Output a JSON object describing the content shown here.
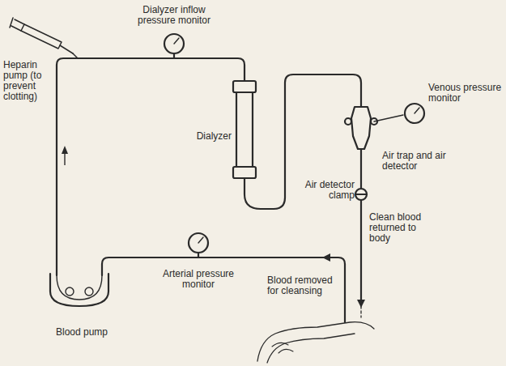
{
  "diagram": {
    "labels": [
      "Dialyzer inflow pressure monitor",
      "Heparin pump (to prevent clotting)",
      "Venous pressure monitor",
      "Dialyzer",
      "Air trap and air detector",
      "Air detector clamp",
      "Clean blood returned to body",
      "Arterial pressure monitor",
      "Blood removed for cleansing",
      "Blood pump"
    ]
  }
}
